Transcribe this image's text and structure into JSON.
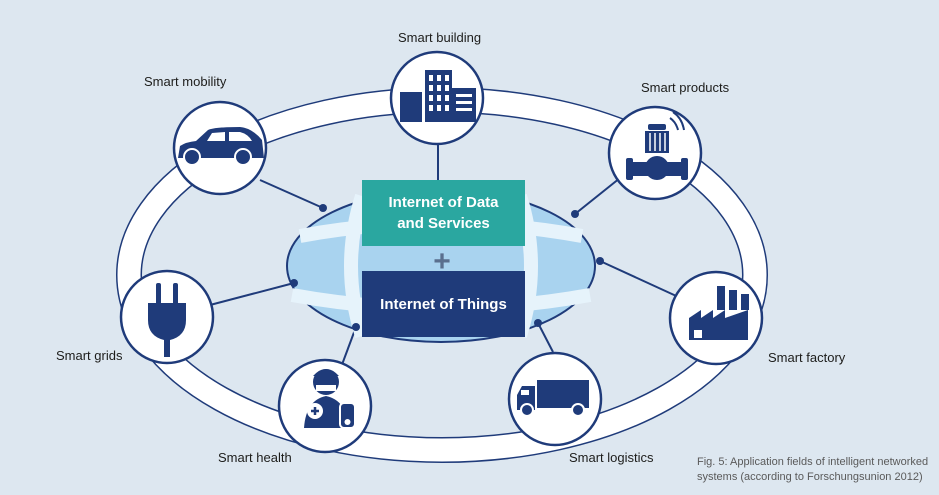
{
  "core": {
    "top_box": "Internet of Data\nand Services",
    "plus": "+",
    "bottom_box": "Internet of Things"
  },
  "nodes": {
    "smart_building": "Smart building",
    "smart_mobility": "Smart mobility",
    "smart_products": "Smart products",
    "smart_grids": "Smart grids",
    "smart_factory": "Smart factory",
    "smart_health": "Smart health",
    "smart_logistics": "Smart logistics"
  },
  "caption": {
    "line1": "Fig. 5: Application fields of intelligent networked",
    "line2": "systems (according to Forschungsunion 2012)"
  },
  "colors": {
    "background": "#dde7f0",
    "navy": "#1f3b7a",
    "teal": "#2aa7a0",
    "globe": "#a9d3ef",
    "ring": "#ffffff"
  },
  "icons": {
    "smart_building": "buildings-icon",
    "smart_mobility": "car-icon",
    "smart_products": "pump-valve-icon",
    "smart_grids": "power-plug-icon",
    "smart_factory": "factory-icon",
    "smart_health": "doctor-icon",
    "smart_logistics": "truck-icon"
  }
}
